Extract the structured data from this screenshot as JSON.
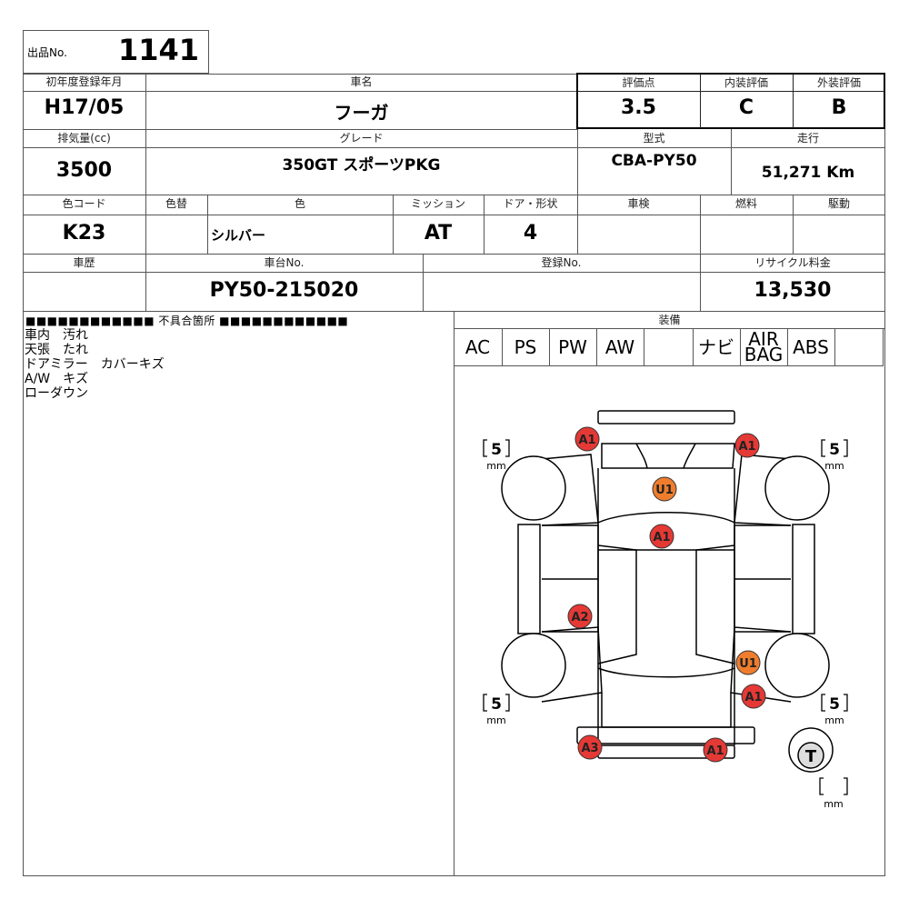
{
  "lot": {
    "label": "出品No.",
    "value": "1141"
  },
  "row1": {
    "reg_year_label": "初年度登録年月",
    "reg_year": "H17/05",
    "car_name_label": "車名",
    "car_name": "フーガ",
    "score_label": "評価点",
    "score": "3.5",
    "interior_label": "内装評価",
    "interior": "C",
    "exterior_label": "外装評価",
    "exterior": "B"
  },
  "row2": {
    "displacement_label": "排気量(cc)",
    "displacement": "3500",
    "grade_label": "グレード",
    "grade": "350GT スポーツPKG",
    "model_label": "型式",
    "model": "CBA-PY50",
    "mileage_label": "走行",
    "mileage": "51,271 Km"
  },
  "row3": {
    "color_code_label": "色コード",
    "color_code": "K23",
    "repaint_label": "色替",
    "repaint": "",
    "color_label": "色",
    "color": "シルバー",
    "mission_label": "ミッション",
    "mission": "AT",
    "door_label": "ドア・形状",
    "door": "4",
    "inspection_label": "車検",
    "inspection": "",
    "fuel_label": "燃料",
    "fuel": "",
    "drive_label": "駆動",
    "drive": ""
  },
  "row4": {
    "history_label": "車歴",
    "history": "",
    "chassis_label": "車台No.",
    "chassis": "PY50-215020",
    "registration_label": "登録No.",
    "registration": "",
    "recycle_label": "リサイクル料金",
    "recycle": "13,530"
  },
  "defects": {
    "header": "■■■■■■■■■■■■ 不具合箇所 ■■■■■■■■■■■■",
    "lines": [
      "車内　汚れ",
      "天張　たれ",
      "ドアミラー　カバーキズ",
      "A/W　キズ",
      "ローダウン"
    ]
  },
  "equipment": {
    "header": "装備",
    "items": [
      "AC",
      "PS",
      "PW",
      "AW",
      "",
      "ナビ",
      "AIR BAG",
      "ABS",
      ""
    ]
  },
  "tires": {
    "unit": "mm",
    "fl": "5",
    "fr": "5",
    "rl": "5",
    "rr": "5",
    "spare_label": "T",
    "spare": ""
  },
  "damage_marks": [
    {
      "code": "A1",
      "color": "#e53935"
    },
    {
      "code": "A1",
      "color": "#e53935"
    },
    {
      "code": "U1",
      "color": "#ef7d2d"
    },
    {
      "code": "A1",
      "color": "#e53935"
    },
    {
      "code": "A2",
      "color": "#e53935"
    },
    {
      "code": "U1",
      "color": "#ef7d2d"
    },
    {
      "code": "A1",
      "color": "#e53935"
    },
    {
      "code": "A3",
      "color": "#e53935"
    },
    {
      "code": "A1",
      "color": "#e53935"
    }
  ]
}
